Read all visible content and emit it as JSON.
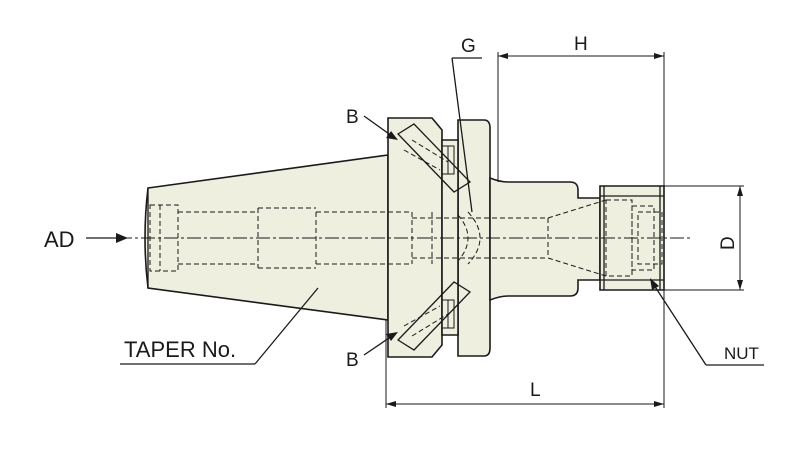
{
  "labels": {
    "ad": "AD",
    "taper": "TAPER No.",
    "b_top": "B",
    "b_bottom": "B",
    "g": "G",
    "h": "H",
    "d": "D",
    "l": "L",
    "nut": "NUT"
  },
  "colors": {
    "body_fill": "#efefe0",
    "outline": "#1a1a1a",
    "background": "#ffffff"
  }
}
